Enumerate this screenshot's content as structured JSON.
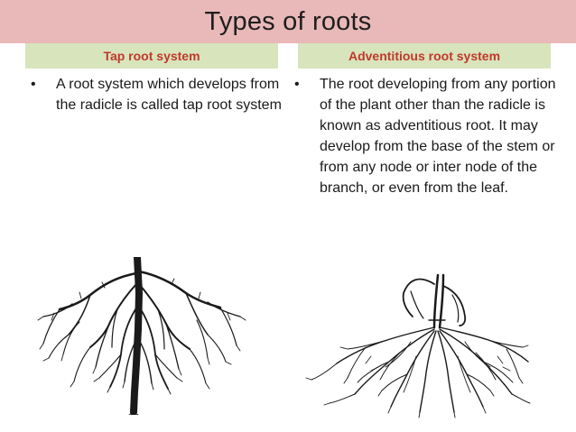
{
  "slide": {
    "title": "Types of roots",
    "columns": [
      {
        "header": "Tap root system",
        "bullet_symbol": "•",
        "bullet_text": "A root system which develops from the radicle is called tap root system"
      },
      {
        "header": "Adventitious root system",
        "bullet_symbol": "•",
        "bullet_text": "The root developing from any portion of the plant other than the radicle is known as adventitious root. It may develop from the base of the stem or from any node or inter node of the branch, or even from the leaf."
      }
    ]
  },
  "colors": {
    "title_bar": "#e9b8b8",
    "header_bg": "#d8e4bc",
    "header_text": "#c0392b",
    "ink": "#1a1a1a"
  },
  "illustrations": {
    "left": "tap-root-drawing",
    "right": "adventitious-root-drawing"
  }
}
